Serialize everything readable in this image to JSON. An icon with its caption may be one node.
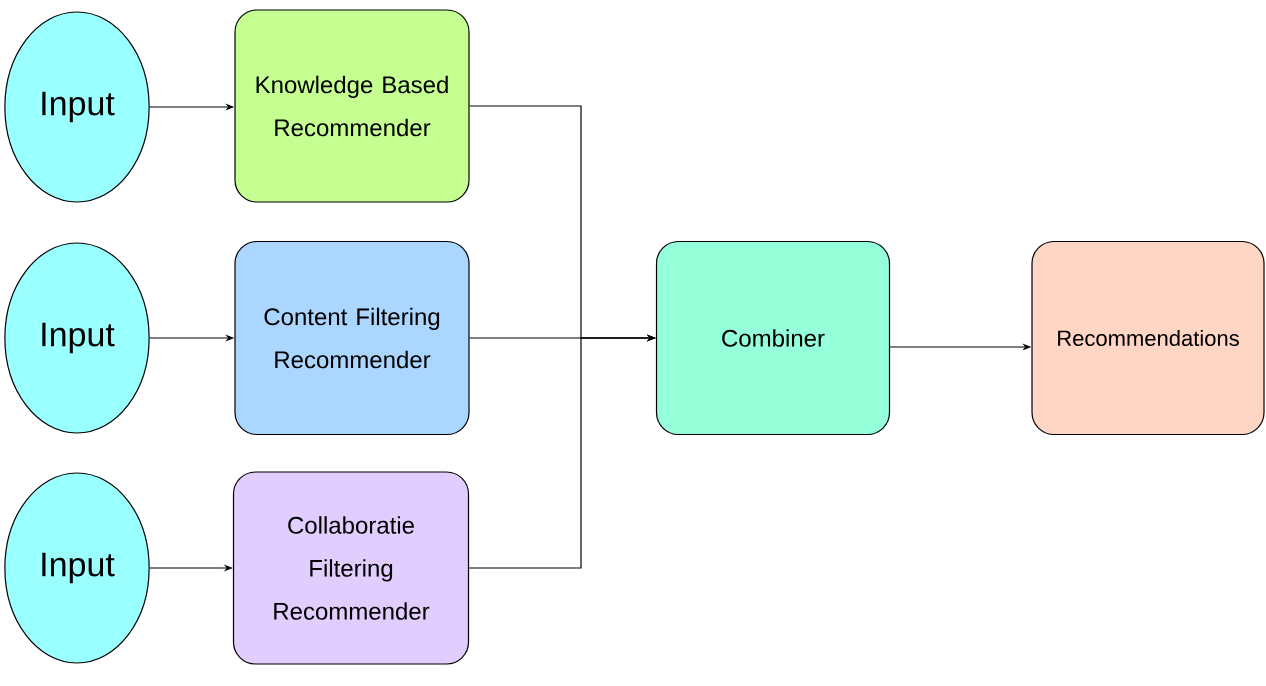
{
  "diagram": {
    "nodes": [
      {
        "text": [
          "Input"
        ]
      },
      {
        "text": [
          "Input"
        ]
      },
      {
        "text": [
          "Input"
        ]
      },
      {
        "text": [
          "Knowledge Based Recommender"
        ]
      },
      {
        "text": [
          "Content Filtering Recommender"
        ]
      },
      {
        "text": [
          "Collaboratie Filtering Recommender"
        ]
      },
      {
        "text": [
          "Combiner"
        ]
      },
      {
        "text": [
          "Recommendations"
        ]
      }
    ],
    "edges": [
      {
        "from": 0,
        "to": 3,
        "arrow": "to"
      },
      {
        "from": 1,
        "to": 4,
        "arrow": "to"
      },
      {
        "from": 2,
        "to": 5,
        "arrow": "to"
      },
      {
        "from": 3,
        "to": 6,
        "arrow": "to"
      },
      {
        "from": 4,
        "to": 6,
        "arrow": "to"
      },
      {
        "from": 5,
        "to": 6,
        "arrow": "to"
      },
      {
        "from": 6,
        "to": 7,
        "arrow": "to"
      }
    ]
  }
}
